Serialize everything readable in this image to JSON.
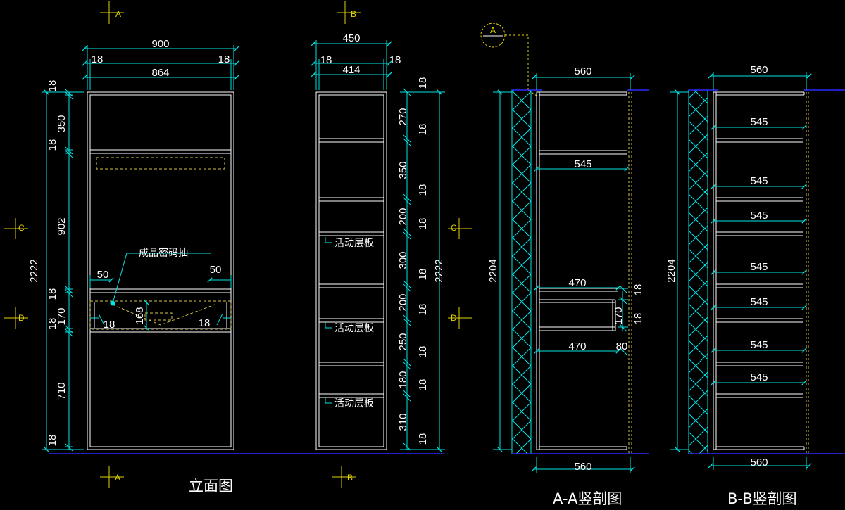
{
  "axis_markers": {
    "a": "A",
    "b": "B",
    "c": "C",
    "d": "D",
    "a_detail": "A",
    "a_detail_sub": "-"
  },
  "elevation": {
    "title": "立面图",
    "overall_width": "900",
    "inner_width": "864",
    "panel_left": "18",
    "panel_right": "18",
    "overall_height": "2222",
    "heights": [
      "18",
      "350",
      "18",
      "902",
      "18",
      "170",
      "18",
      "710",
      "18"
    ],
    "drawer_label": "成品密码抽",
    "drawer_offset_left": "50",
    "drawer_offset_right": "50",
    "drawer_side_left": "18",
    "drawer_side_right": "18",
    "drawer_inner_height": "168"
  },
  "side_view": {
    "overall_width": "450",
    "inner_width": "414",
    "panel_left": "18",
    "panel_right": "18",
    "overall_height": "2222",
    "heights": [
      "18",
      "270",
      "18",
      "350",
      "18",
      "200",
      "18",
      "300",
      "18",
      "200",
      "18",
      "250",
      "18",
      "180",
      "18",
      "310",
      "18"
    ],
    "shelf_label": "活动层板"
  },
  "section_aa": {
    "title": "A-A竖剖图",
    "top_width": "560",
    "bottom_width": "560",
    "overall_height": "2204",
    "shelf_depth": "545",
    "drawer_width_top": "470",
    "drawer_width_bottom": "470",
    "drawer_panel_top": "18",
    "drawer_height": "170",
    "drawer_panel_bottom": "18",
    "drawer_back": "80"
  },
  "section_bb": {
    "title": "B-B竖剖图",
    "top_width": "560",
    "bottom_width": "560",
    "overall_height": "2204",
    "shelf_depth": "545"
  },
  "colors": {
    "background": "#000000",
    "dimension": "#00e5e5",
    "outline": "#ffffff",
    "wall": "#1a1aff",
    "hidden": "#d4c24a"
  }
}
